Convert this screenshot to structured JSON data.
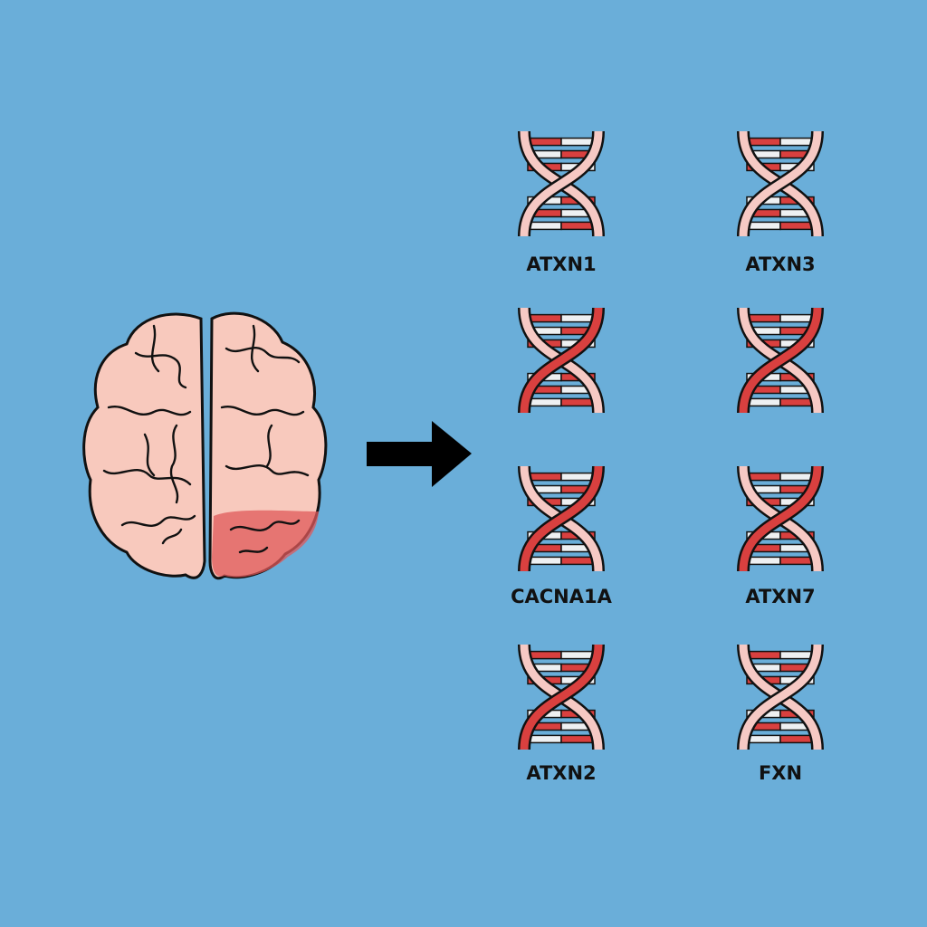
{
  "colors": {
    "background": "#6aaed9",
    "strand": "#f6c9c4",
    "mutated": "#d9403f",
    "brain": "#f8c9bd",
    "outline": "#111111"
  },
  "brain": {
    "icon": "brain-icon",
    "affected_region": "right-lower-lobe"
  },
  "arrow": {
    "icon": "arrow-right-icon"
  },
  "genes": [
    {
      "label": "ATXN1",
      "mutated": false
    },
    {
      "label": "ATXN3",
      "mutated": false
    },
    {
      "label": "",
      "mutated": true
    },
    {
      "label": "",
      "mutated": true
    },
    {
      "label": "CACNA1A",
      "mutated": true
    },
    {
      "label": "ATXN7",
      "mutated": true
    },
    {
      "label": "ATXN2",
      "mutated": true
    },
    {
      "label": "FXN",
      "mutated": false
    }
  ]
}
